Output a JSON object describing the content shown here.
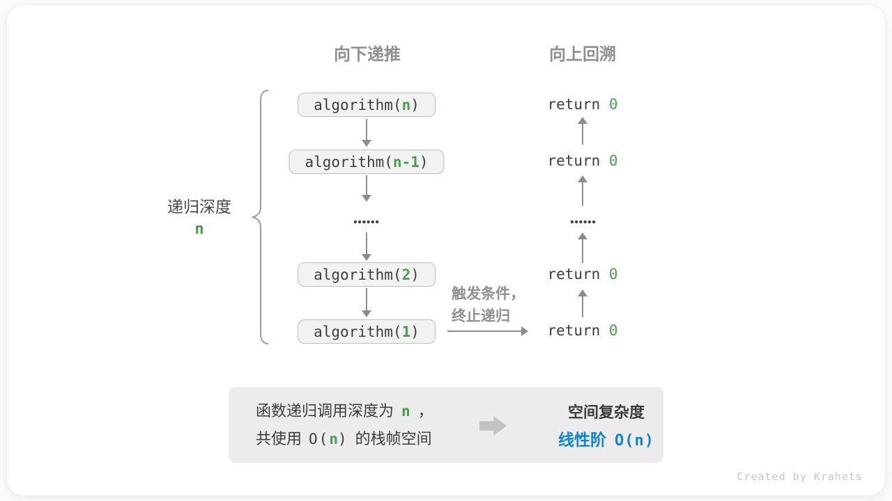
{
  "colors": {
    "accent_green": "#4C9A52",
    "accent_blue": "#0E82D3",
    "arrow_gray": "#8C8C8C",
    "header_gray": "#8F8F8F",
    "box_bg": "#F2F2F2",
    "box_border": "#BDBDBD",
    "summary_bg": "#ECECEC",
    "text_dark": "#3C3C3C",
    "watermark_gray": "#C6C6C6"
  },
  "headers": {
    "descend": "向下递推",
    "backtrack": "向上回溯"
  },
  "depth_label": {
    "title": "递归深度",
    "value": "n"
  },
  "stack": {
    "fn_open": "algorithm(",
    "fn_close": ")",
    "frames": [
      {
        "arg": "n"
      },
      {
        "arg": "n-1"
      },
      {
        "arg": "2"
      },
      {
        "arg": "1"
      }
    ],
    "ellipsis": "••••••"
  },
  "returns": {
    "keyword": "return",
    "value": "0",
    "ellipsis": "••••••"
  },
  "trigger_note": {
    "line1": "触发条件，",
    "line2": "终止递归"
  },
  "summary": {
    "line1_pre": "函数递归调用深度为",
    "line1_var": "n",
    "line1_post": "，",
    "line2_pre": "共使用",
    "line2_code_open": "O(",
    "line2_var": "n",
    "line2_code_close": ")",
    "line2_post": "的栈帧空间",
    "result_title": "空间复杂度",
    "result_label": "线性阶",
    "result_code": "O(n)"
  },
  "watermark": "Created by Krahets"
}
